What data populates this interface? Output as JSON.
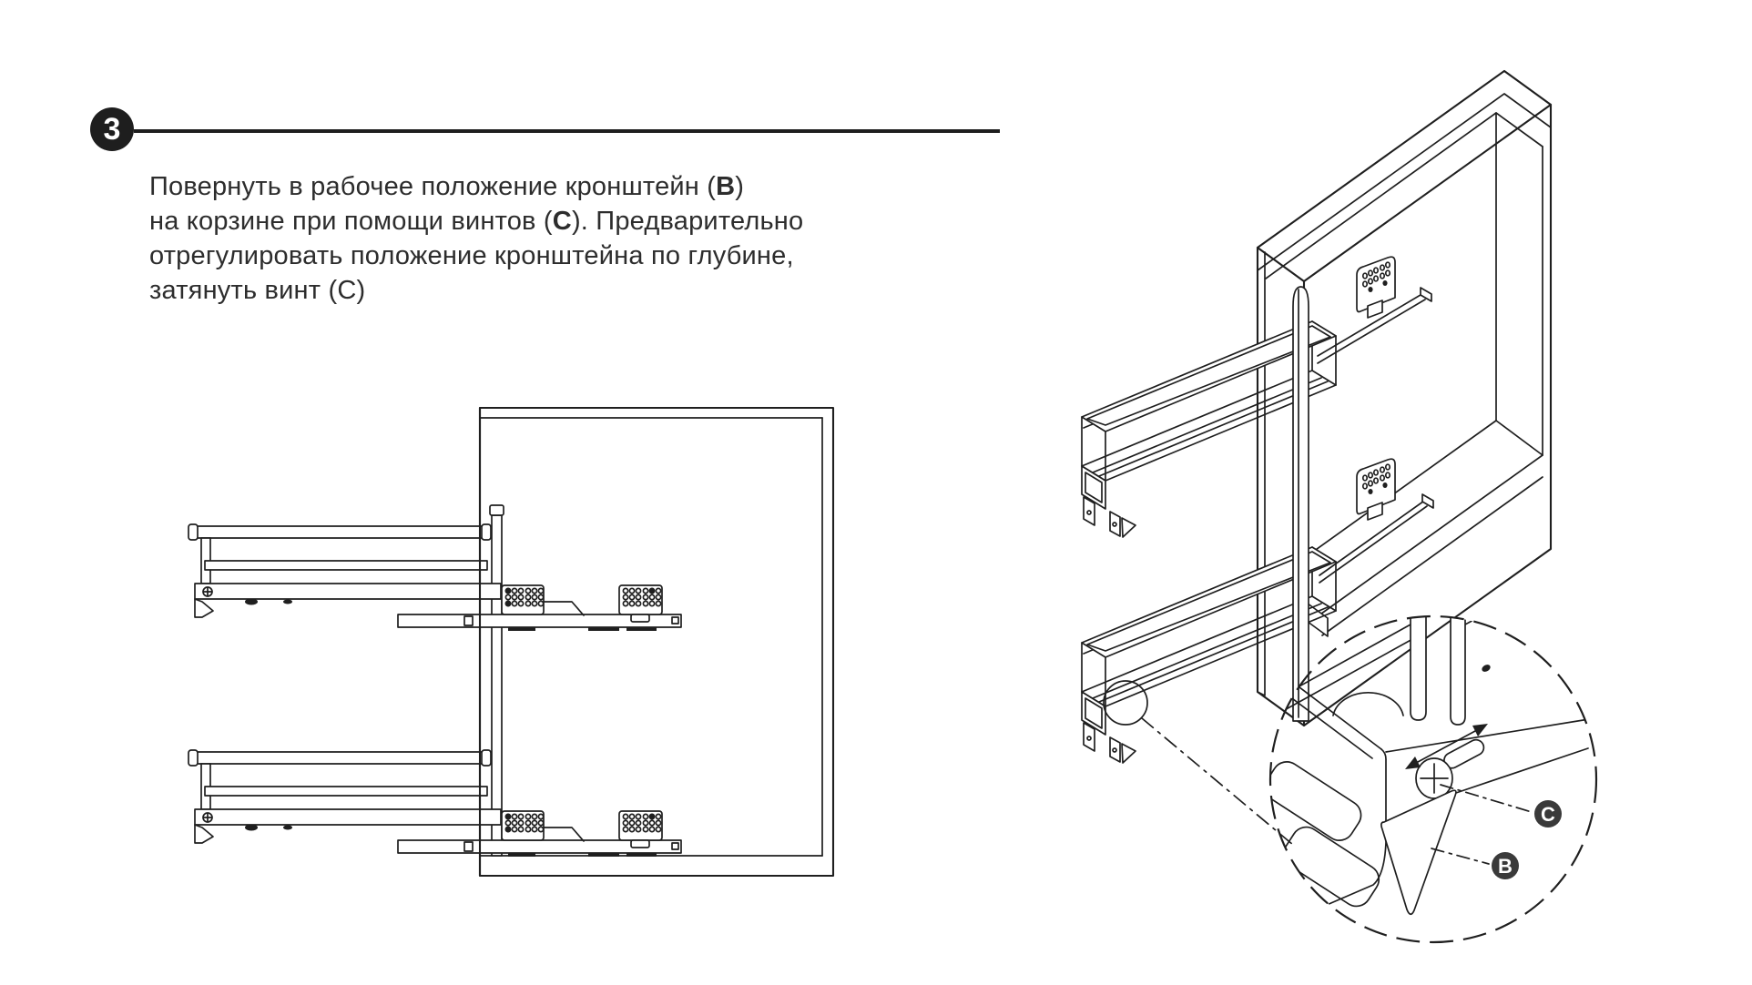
{
  "step": {
    "number": "3"
  },
  "instruction": {
    "lines": [
      [
        {
          "t": "Повернуть в рабочее положение кронштейн ("
        },
        {
          "t": "В",
          "b": true
        },
        {
          "t": ")"
        }
      ],
      [
        {
          "t": "на корзине при помощи винтов ("
        },
        {
          "t": "С",
          "b": true
        },
        {
          "t": "). Предварительно"
        }
      ],
      [
        {
          "t": "отрегулировать положение кронштейна по глубине,"
        }
      ],
      [
        {
          "t": "затянуть винт (С)"
        }
      ]
    ]
  },
  "detail_labels": {
    "bracket_label": "B",
    "screw_label": "C"
  },
  "diagrams": {
    "left_view": "side-view-basket-pulled-out-of-cabinet",
    "right_view": "isometric-view-two-baskets-on-post-in-cabinet",
    "detail_view": "magnified-bracket-B-with-adjustment-screw-C"
  },
  "colors": {
    "line": "#1f1f1f",
    "text": "#2d2d2d",
    "badge": "#1e1e1e",
    "detail_badge": "#3a3a3a",
    "background": "#ffffff"
  }
}
